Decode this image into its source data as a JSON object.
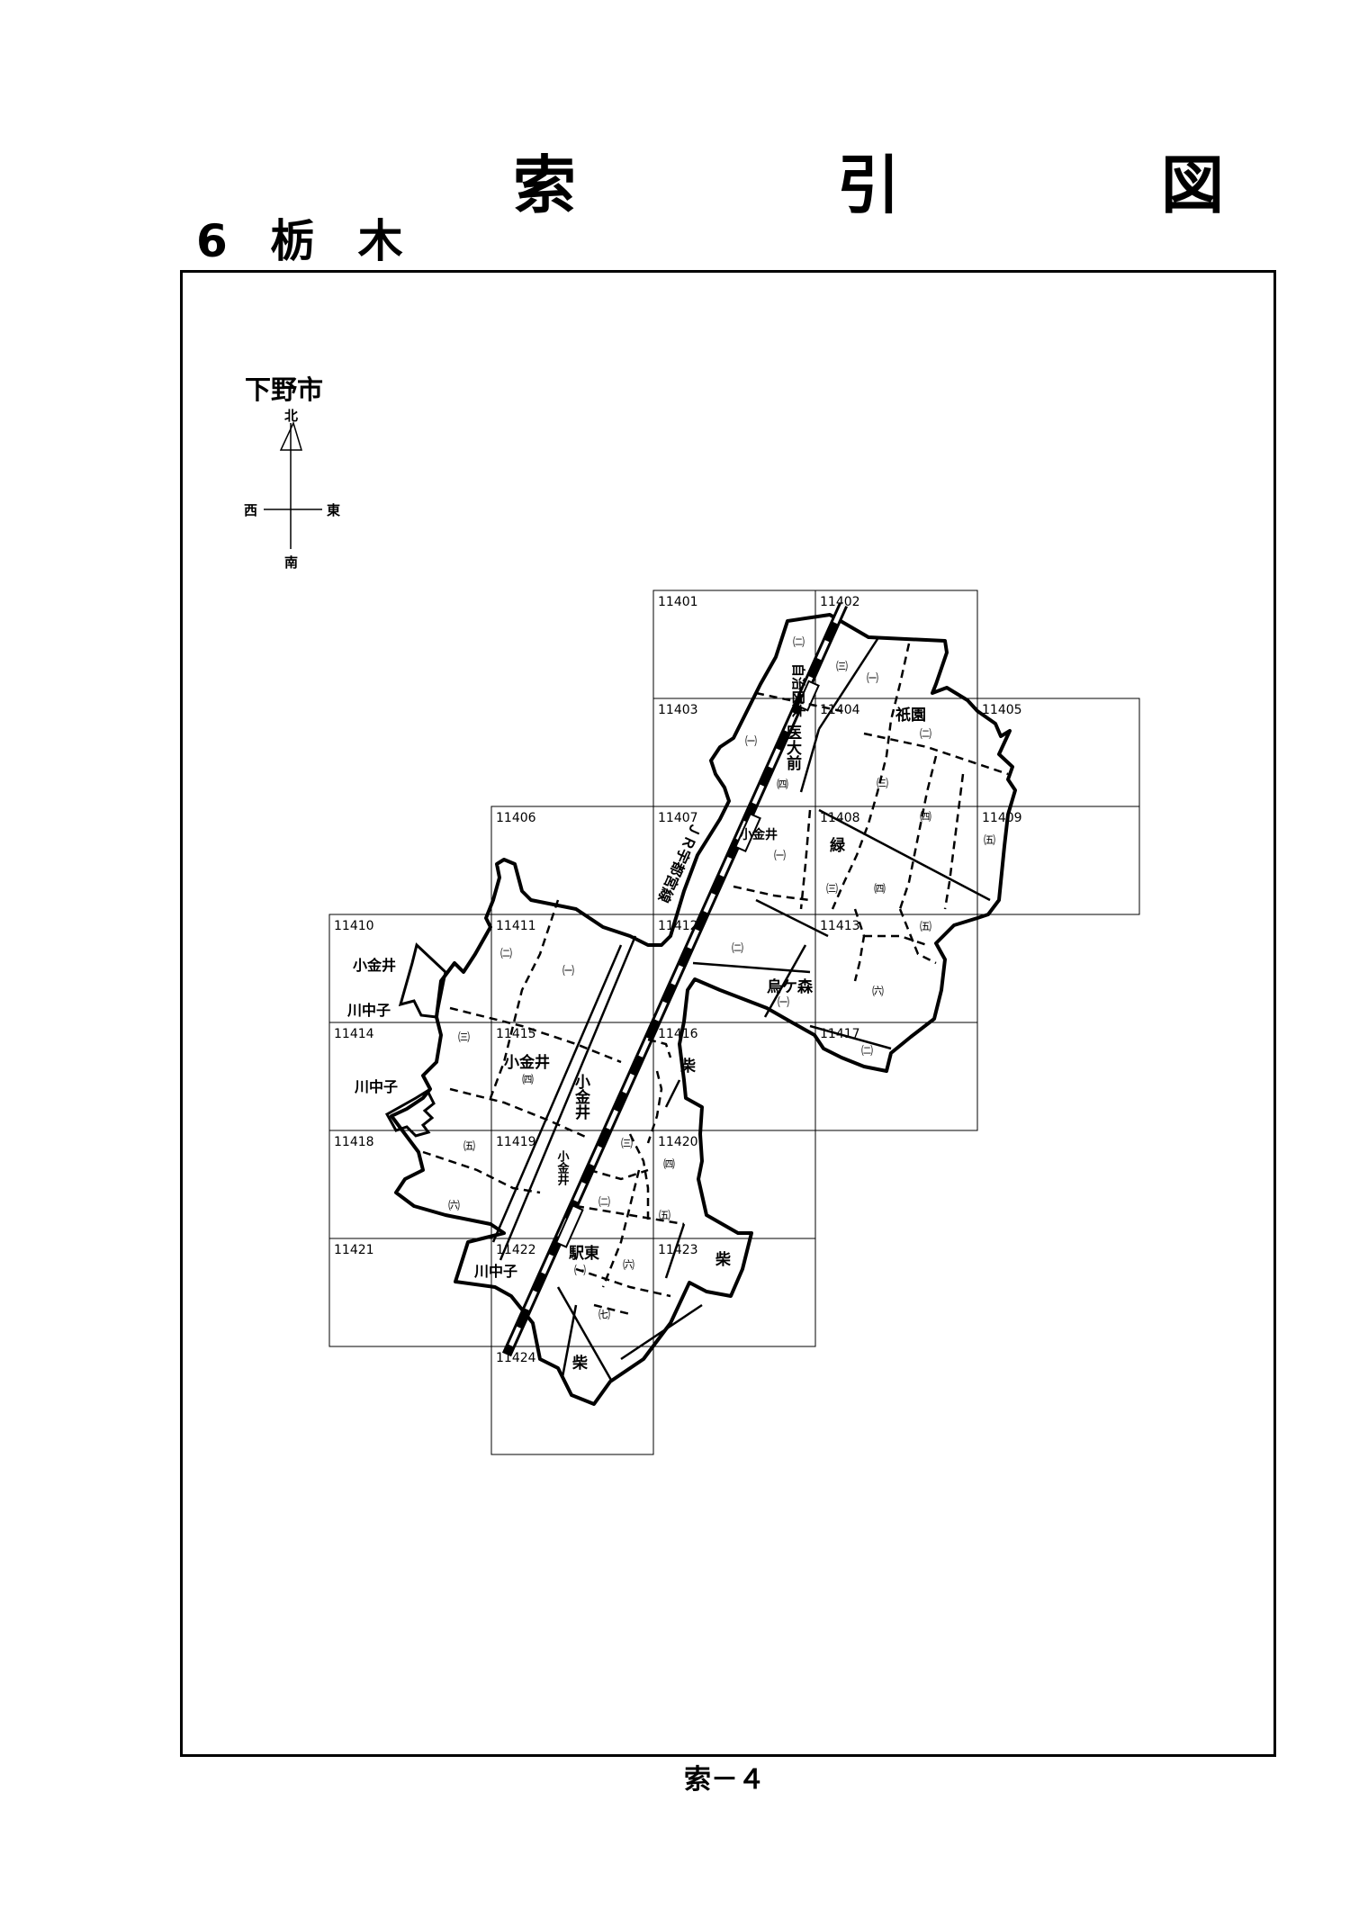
{
  "title": "索　引　図",
  "section": "6 栃 木",
  "footer": "索－４",
  "city_label": "下野市",
  "compass": {
    "north": "北",
    "south": "南",
    "east": "東",
    "west": "西"
  },
  "grid_cells": [
    {
      "id": "11401"
    },
    {
      "id": "11402"
    },
    {
      "id": "11403"
    },
    {
      "id": "11404"
    },
    {
      "id": "11405"
    },
    {
      "id": "11406"
    },
    {
      "id": "11407"
    },
    {
      "id": "11408"
    },
    {
      "id": "11409"
    },
    {
      "id": "11410"
    },
    {
      "id": "11411"
    },
    {
      "id": "11412"
    },
    {
      "id": "11413"
    },
    {
      "id": "11414"
    },
    {
      "id": "11415"
    },
    {
      "id": "11416"
    },
    {
      "id": "11417"
    },
    {
      "id": "11418"
    },
    {
      "id": "11419"
    },
    {
      "id": "11420"
    },
    {
      "id": "11421"
    },
    {
      "id": "11422"
    },
    {
      "id": "11423"
    },
    {
      "id": "11424"
    }
  ],
  "railway_label": "ＪＲ宇都宮線",
  "place_labels": {
    "jichi_idai": "自治医大",
    "idai_mae": "医大前",
    "gion": "祇園",
    "midori": "緑",
    "karasugamori": "烏ケ森",
    "koganei": "小金井",
    "kawanakago": "川中子",
    "shiba": "柴",
    "ekihigashi": "駅東",
    "koganei_station": "小金井"
  },
  "district_numbers": {
    "one": "㈠",
    "two": "㈡",
    "three": "㈢",
    "four": "㈣",
    "five": "㈤",
    "six": "㈥",
    "seven": "㈦"
  }
}
